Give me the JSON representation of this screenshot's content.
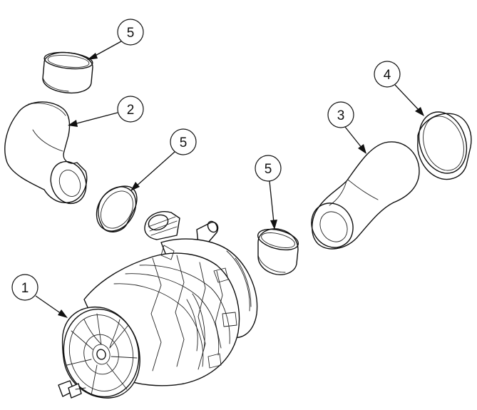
{
  "callouts": [
    {
      "id": "c1",
      "label": "1"
    },
    {
      "id": "c2",
      "label": "2"
    },
    {
      "id": "c3",
      "label": "3"
    },
    {
      "id": "c4",
      "label": "4"
    },
    {
      "id": "c5a",
      "label": "5"
    },
    {
      "id": "c5b",
      "label": "5"
    },
    {
      "id": "c5c",
      "label": "5"
    }
  ],
  "colors": {
    "line": "#111111",
    "background": "#ffffff"
  }
}
